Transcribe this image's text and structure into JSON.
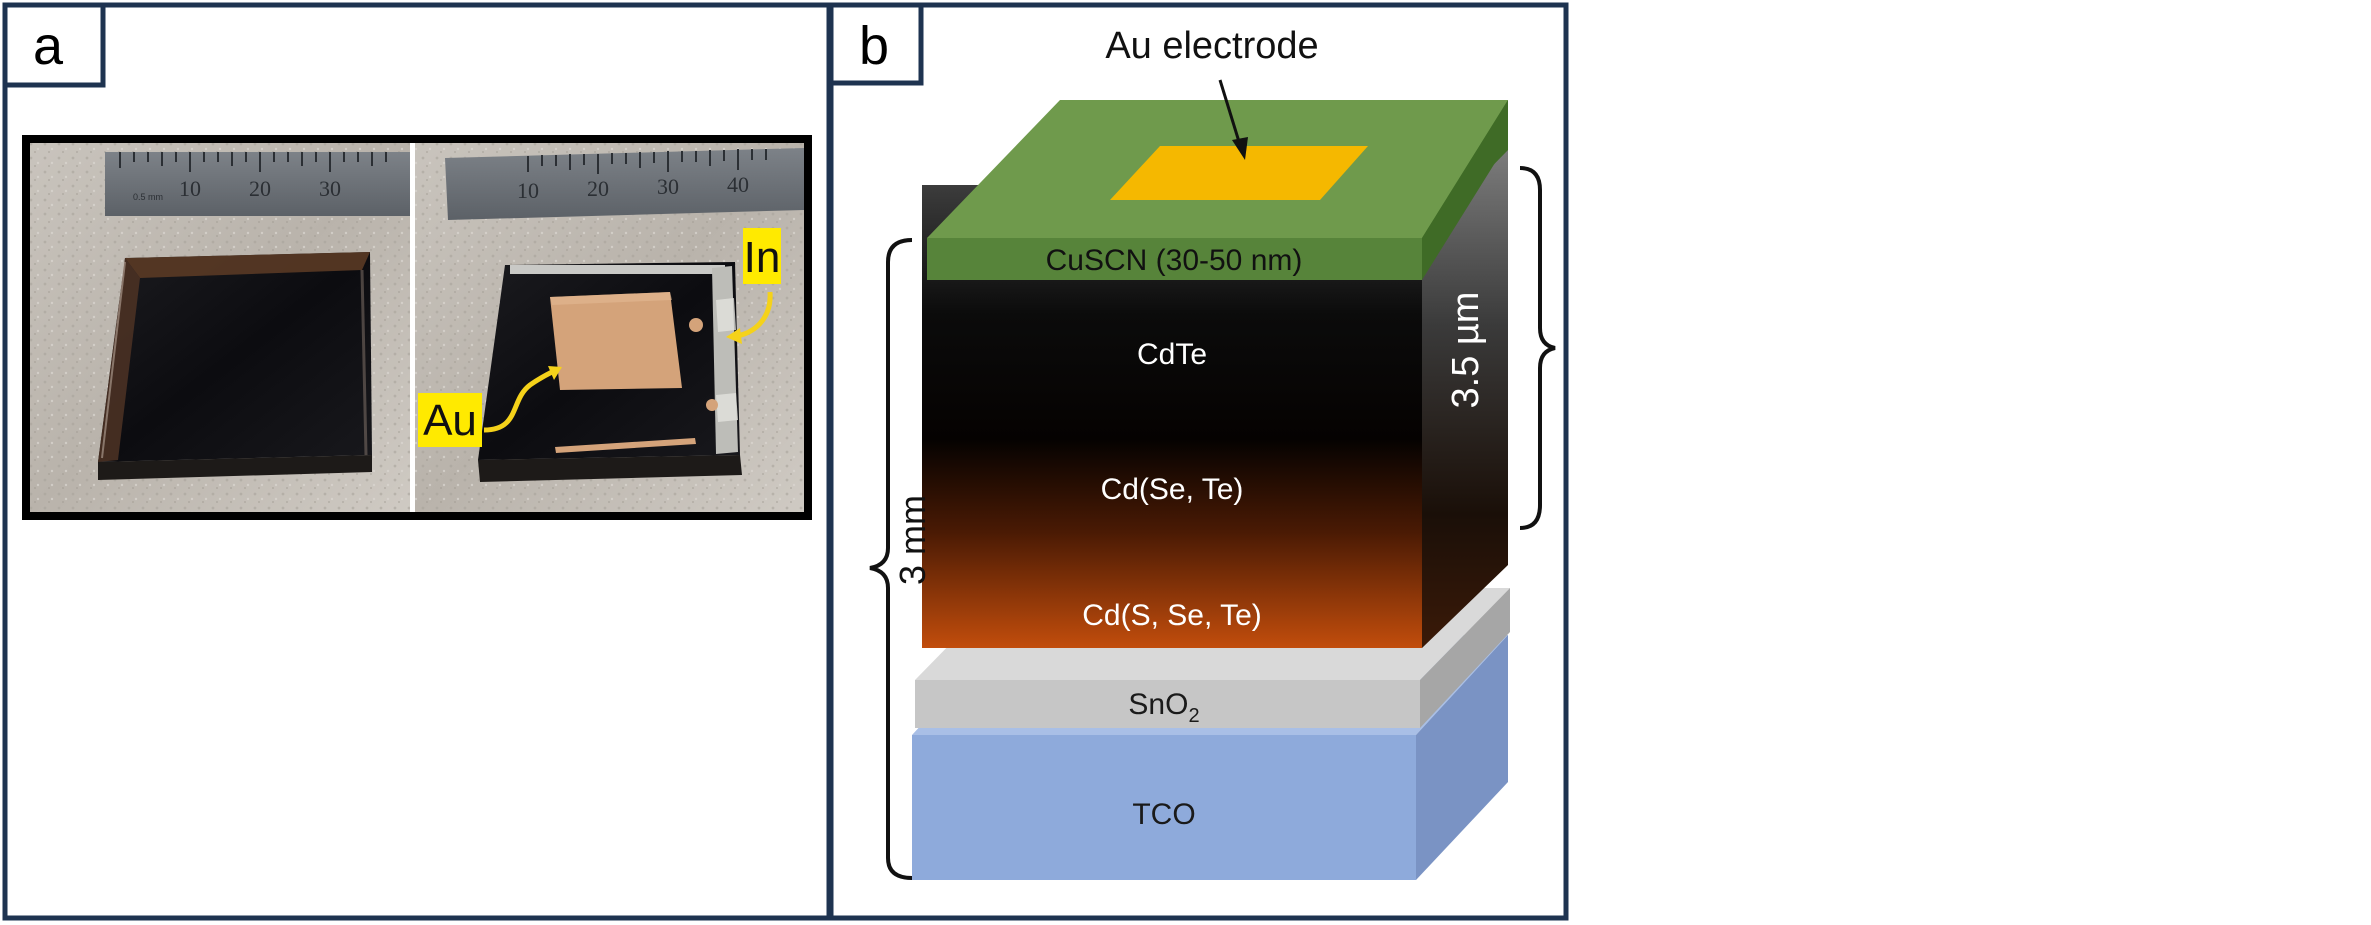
{
  "panel_a": {
    "label": "a",
    "ruler_left": {
      "ticks": [
        "10",
        "20",
        "30"
      ],
      "small_text": "0.5 mm"
    },
    "ruler_right": {
      "ticks": [
        "10",
        "20",
        "30",
        "40"
      ]
    },
    "callout_au": "Au",
    "callout_in": "In"
  },
  "panel_b": {
    "label": "b",
    "au_electrode_label": "Au electrode",
    "layers": {
      "cuscn": "CuSCN (30-50 nm)",
      "cdte": "CdTe",
      "cdsete": "Cd(Se, Te)",
      "cdssete": "Cd(S, Se, Te)",
      "sno2_base": "SnO",
      "sno2_sub": "2",
      "tco": "TCO"
    },
    "thickness_label": "3.5 µm",
    "width_label": "3 mm"
  },
  "colors": {
    "border": "#1e3350",
    "callout_yellow": "#ffea00",
    "arrow_yellow": "#f5d21a",
    "gold": "#f5b800",
    "green_top": "#6f9a4c",
    "green_front": "#57843a",
    "grey_layer": "#c6c6c6",
    "tco_front": "#8eaadb",
    "tco_top": "#a9bfe6",
    "tco_side": "#7a93c4"
  }
}
